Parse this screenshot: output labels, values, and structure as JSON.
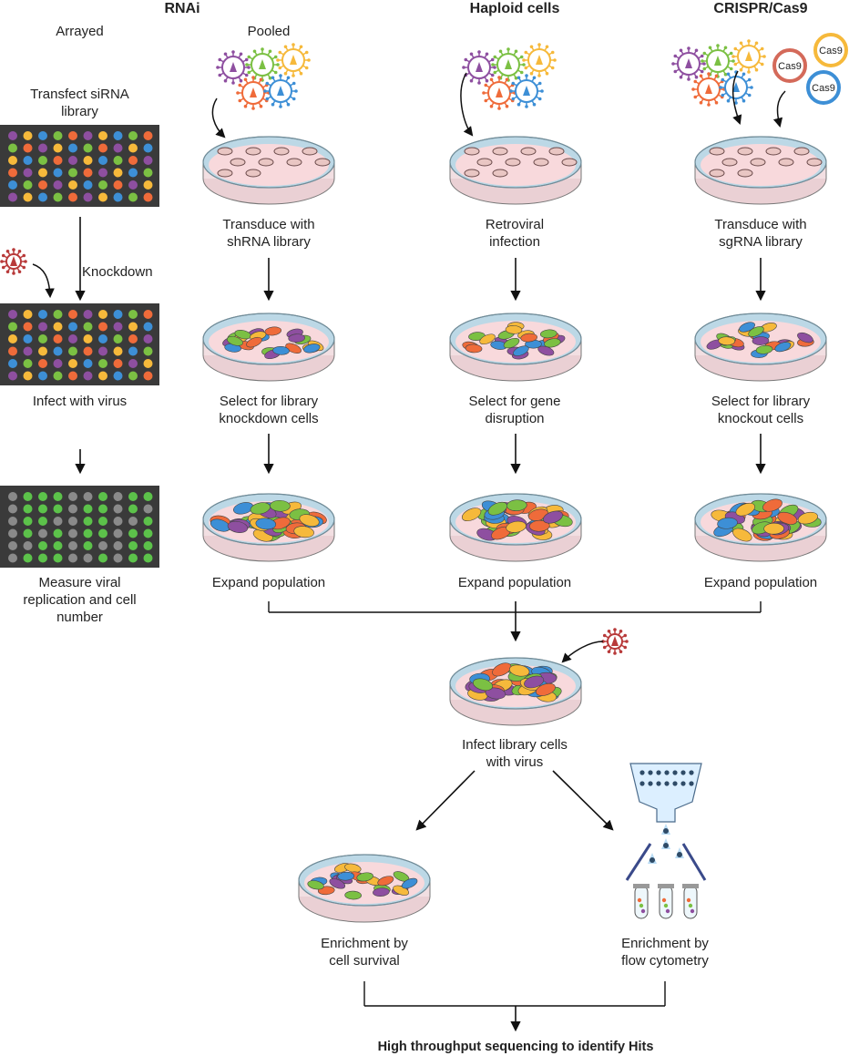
{
  "headers": {
    "rnai": "RNAi",
    "haploid": "Haploid cells",
    "crispr": "CRISPR/Cas9"
  },
  "subheaders": {
    "arrayed": "Arrayed",
    "pooled": "Pooled"
  },
  "arrayed_steps": {
    "transfect": [
      "Transfect siRNA",
      "library"
    ],
    "knockdown": "Knockdown",
    "infect": "Infect with virus",
    "measure": [
      "Measure viral",
      "replication and cell",
      "number"
    ]
  },
  "pooled_steps": {
    "transduce": [
      "Transduce with",
      "shRNA library"
    ],
    "select": [
      "Select for library",
      "knockdown cells"
    ],
    "expand": "Expand population"
  },
  "haploid_steps": {
    "infection": [
      "Retroviral",
      "infection"
    ],
    "select": [
      "Select for gene",
      "disruption"
    ],
    "expand": "Expand population"
  },
  "crispr_steps": {
    "transduce": [
      "Transduce with",
      "sgRNA library"
    ],
    "select": [
      "Select for library",
      "knockout cells"
    ],
    "expand": "Expand population",
    "plasmid_label": "Cas9"
  },
  "merge": {
    "infect": [
      "Infect library cells",
      "with virus"
    ],
    "survival": [
      "Enrichment by",
      "cell survival"
    ],
    "flow": [
      "Enrichment by",
      "flow cytometry"
    ],
    "final": "High throughput sequencing to identify Hits"
  },
  "colors": {
    "purple": "#8e4fa0",
    "green": "#7bc043",
    "yellow": "#f6b93b",
    "orange": "#ef6b3a",
    "blue": "#3d8fd6",
    "plate_bg": "#3a3a3a",
    "dish_fill": "#f8d9dc",
    "dish_rim": "#bcd8e6",
    "virus_red": "#b83a3a",
    "gray_well": "#8a8a8a",
    "green_well": "#5cc24a"
  }
}
